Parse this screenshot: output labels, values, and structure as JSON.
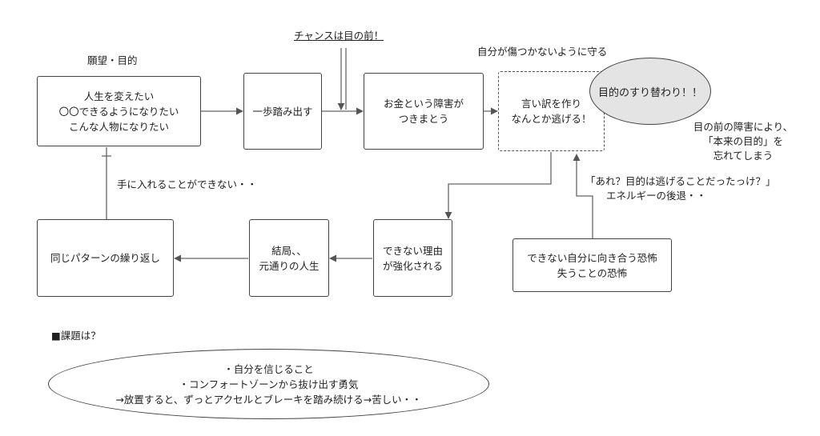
{
  "labels": {
    "wish_goal": "願望・目的",
    "chance": "チャンスは目の前！",
    "self_protect": "自分が傷つかないように守る",
    "cannot_get": "手に入れることができない・・",
    "goal_swap_note": [
      "目の前の障害により、",
      "「本来の目的」を",
      "忘れてしまう"
    ],
    "escape_note": [
      "「あれ？目的は逃げることだったっけ？」",
      "エネルギーの後退・・"
    ],
    "issue_heading": "■課題は？"
  },
  "boxes": {
    "life_change": [
      "人生を変えたい",
      "〇〇できるようになりたい",
      "こんな人物になりたい"
    ],
    "step_forward": [
      "一歩踏み出す"
    ],
    "money_obstacle": [
      "お金という障害が",
      "つきまとう"
    ],
    "excuse_escape": [
      "言い訳を作り",
      "なんとか逃げる！"
    ],
    "goal_swap": [
      "目的のすり替わり！！"
    ],
    "fear": [
      "できない自分に向き合う恐怖",
      "失うことの恐怖"
    ],
    "reason_strengthened": [
      "できない理由",
      "が強化される"
    ],
    "in_the_end": [
      "結局、、",
      "元通りの人生"
    ],
    "repeat_pattern": [
      "同じパターンの繰り返し"
    ]
  },
  "issues": [
    "・自分を信じること",
    "・コンフォートゾーンから抜け出す勇気",
    "→放置すると、ずっとアクセルとブレーキを踏み続ける→苦しい・・"
  ],
  "colors": {
    "stroke": "#444444",
    "goal_swap_fill": "#e4e4e4",
    "text": "#222222"
  }
}
